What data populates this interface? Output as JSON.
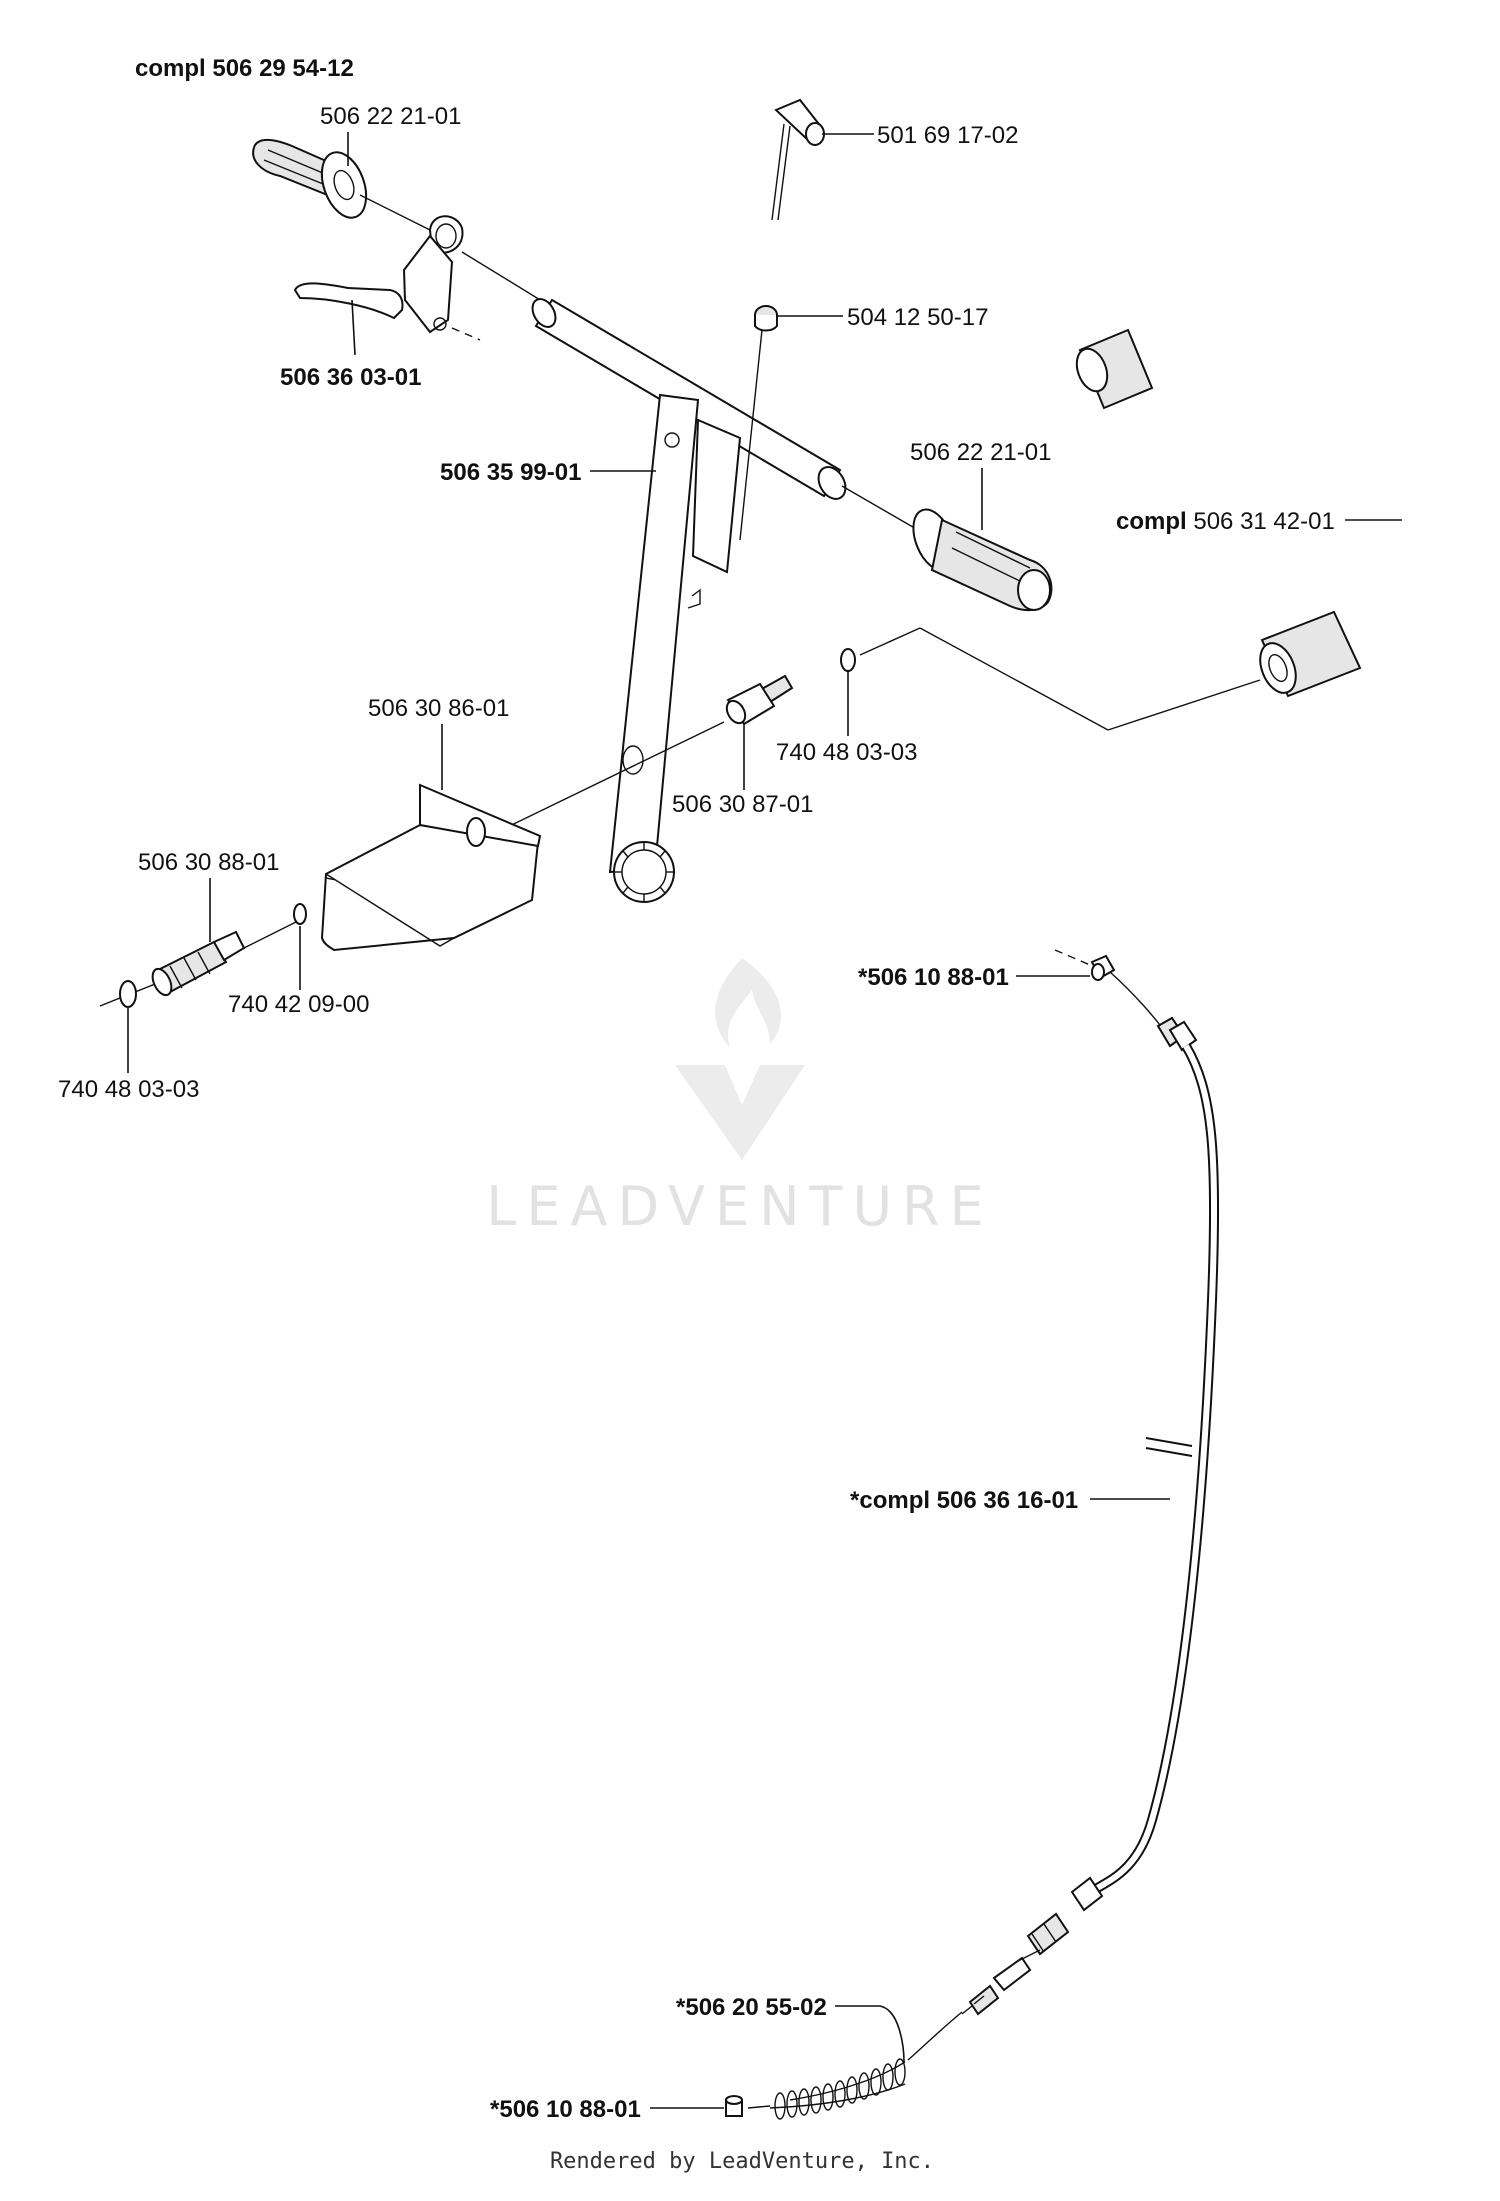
{
  "diagram": {
    "assembly_label": {
      "prefix": "compl",
      "number": "506 29 54-12"
    },
    "labels": {
      "grip_left": "506 22 21-01",
      "lever": "506 36 03-01",
      "handle_frame": "506 35 99-01",
      "pin_top": "501 69 17-02",
      "nut_top": "504 12 50-17",
      "grip_right": "506 22 21-01",
      "hose": {
        "prefix": "compl",
        "number": "506 31 42-01"
      },
      "bracket": "506 30 86-01",
      "connector_mid": "506 30 87-01",
      "oring_mid": "740 48 03-03",
      "connector_left": "506 30 88-01",
      "oring_small": "740 42 09-00",
      "oring_left": "740 48 03-03",
      "cable_end_top": "*506 10 88-01",
      "cable": "*compl 506 36 16-01",
      "spring": "*506 20 55-02",
      "cable_end_bottom": "*506 10 88-01"
    }
  },
  "watermark": {
    "text": "LEADVENTURE"
  },
  "footer": {
    "text": "Rendered by LeadVenture, Inc."
  }
}
